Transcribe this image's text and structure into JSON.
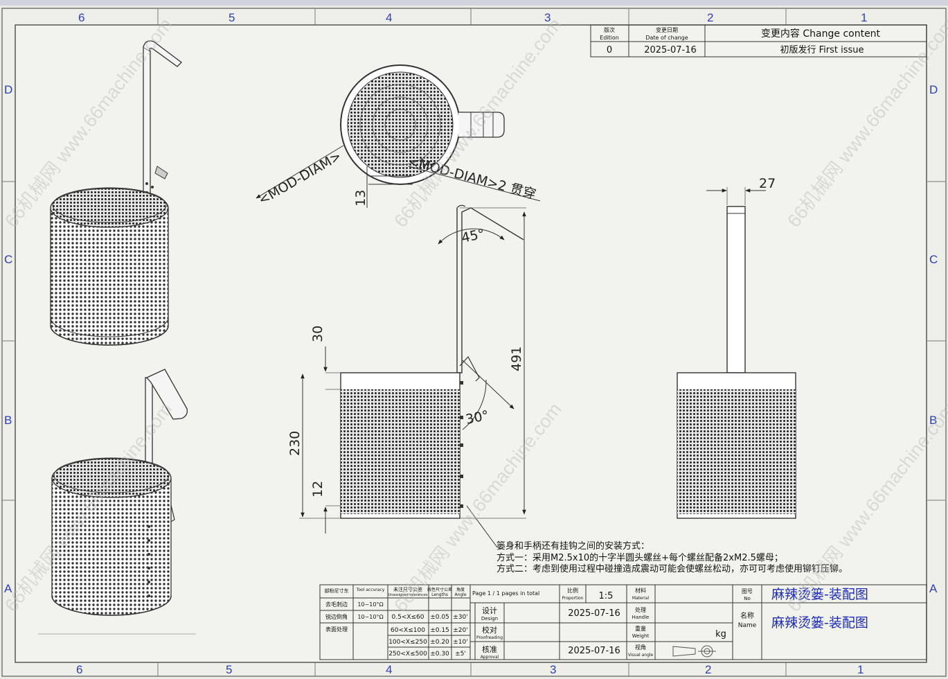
{
  "zones": {
    "columns": [
      "6",
      "5",
      "4",
      "3",
      "2",
      "1"
    ],
    "rows": [
      "D",
      "C",
      "B",
      "A"
    ]
  },
  "revision": {
    "headers": {
      "edition_cn": "版次",
      "edition_en": "Edition",
      "date_cn": "变更日期",
      "date_en": "Date of change",
      "content": "变更内容  Change content"
    },
    "rows": [
      {
        "edition": "0",
        "date": "2025-07-16",
        "content": "初版发行 First issue"
      }
    ]
  },
  "dimensions": {
    "mod_diam": "<MOD-DIAM>",
    "mod_diam_2": "<MOD-DIAM>2 贯穿",
    "d13": "13",
    "angle45": "45°",
    "d491": "491",
    "d30": "30",
    "angle30": "30°",
    "d230": "230",
    "d12": "12",
    "d27": "27"
  },
  "notes": {
    "line1": "篓身和手柄还有挂钩之间的安装方式：",
    "line2": "方式一：采用M2.5x10的十字半圆头螺丝+每个螺丝配备2xM2.5螺母；",
    "line3": "方式二：考虑到使用过程中碰撞造成震动可能会使螺丝松动，亦可可考虑使用铆钉压铆。"
  },
  "titleblock": {
    "tol_headers": {
      "a_cn": "部粉尼寸东",
      "a_en": "Tool accuracy",
      "b_cn": "未注尺寸公差",
      "b_en": "Unassigned tolerances",
      "c_cn": "线性尺寸公差",
      "c_en": "Lengths",
      "d_cn": "角度",
      "d_en": "Angle"
    },
    "tol_rows": [
      {
        "label": "去毛刺边",
        "value": "10~10°Ω",
        "range": "0.5<X≤60",
        "lin": "±0.05",
        "ang": "±30'"
      },
      {
        "label": "锐边倒角",
        "value": "10~10°Ω",
        "range": "60<X≤100",
        "lin": "±0.15",
        "ang": "±20'"
      },
      {
        "label": "表面处理",
        "value": "",
        "range": "100<X≤250",
        "lin": "±0.20",
        "ang": "±10'"
      },
      {
        "label": "",
        "value": "",
        "range": "250<X≤500",
        "lin": "±0.30",
        "ang": "±5'"
      }
    ],
    "page": "Page 1 /  1 pages in total",
    "scale_label_cn": "比例",
    "scale_label_en": "Proportion",
    "scale": "1:5",
    "material_cn": "材料",
    "material_en": "Material",
    "design_cn": "设计",
    "design_en": "Design",
    "proof_cn": "校对",
    "proof_en": "Proofreading",
    "approve_cn": "核准",
    "approve_en": "Approval",
    "handle_cn": "处理",
    "handle_en": "Handle",
    "weight_cn": "重量",
    "weight_en": "Weight",
    "view_cn": "视角",
    "view_en": "Visual angle",
    "date1": "2025-07-16",
    "date2": "2025-07-16",
    "weight_unit": "kg",
    "no_cn": "图号",
    "no_en": "No",
    "name_cn": "名称",
    "name_en": "Name",
    "drawing_no": "麻辣烫篓-装配图",
    "drawing_name": "麻辣烫篓-装配图"
  },
  "watermark": "66机械网 www.66machine.com"
}
